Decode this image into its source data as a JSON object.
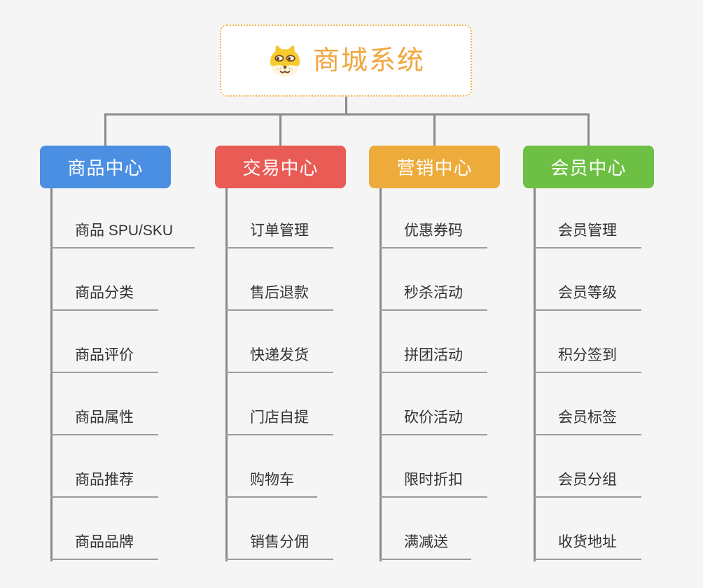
{
  "root": {
    "title": "商城系统",
    "icon": "dog-face-icon"
  },
  "branches": [
    {
      "label": "商品中心",
      "color": "#4a8fe2",
      "items": [
        "商品 SPU/SKU",
        "商品分类",
        "商品评价",
        "商品属性",
        "商品推荐",
        "商品品牌"
      ]
    },
    {
      "label": "交易中心",
      "color": "#e95b55",
      "items": [
        "订单管理",
        "售后退款",
        "快递发货",
        "门店自提",
        "购物车",
        "销售分佣"
      ]
    },
    {
      "label": "营销中心",
      "color": "#ecab3a",
      "items": [
        "优惠券码",
        "秒杀活动",
        "拼团活动",
        "砍价活动",
        "限时折扣",
        "满减送"
      ]
    },
    {
      "label": "会员中心",
      "color": "#6dc044",
      "items": [
        "会员管理",
        "会员等级",
        "积分签到",
        "会员标签",
        "会员分组",
        "收货地址"
      ]
    }
  ],
  "colors": {
    "background": "#f5f5f5",
    "connector": "#8a8a8a",
    "item_underline": "#9c9c9c",
    "item_text": "#333333",
    "branch_text": "#ffffff",
    "root_border": "#f3b452",
    "root_text": "#f0a63e",
    "root_background": "#ffffff"
  }
}
